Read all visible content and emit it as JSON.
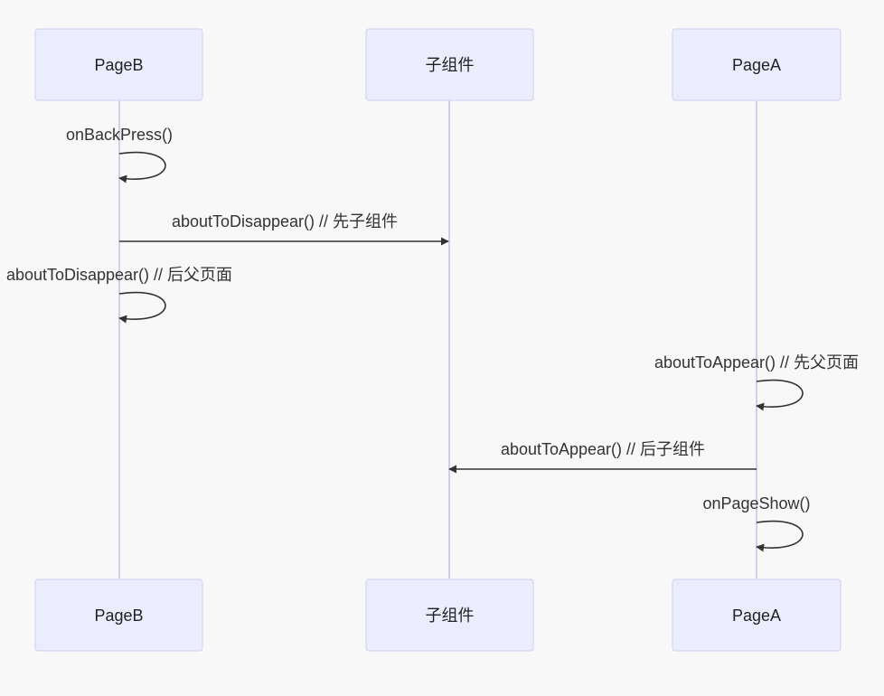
{
  "participants": [
    {
      "id": "pageb",
      "label": "PageB"
    },
    {
      "id": "child",
      "label": "子组件"
    },
    {
      "id": "pagea",
      "label": "PageA"
    }
  ],
  "messages": [
    {
      "from": "pageb",
      "to": "pageb",
      "label": "onBackPress()"
    },
    {
      "from": "pageb",
      "to": "child",
      "label": "aboutToDisappear() // 先子组件"
    },
    {
      "from": "pageb",
      "to": "pageb",
      "label": "aboutToDisappear() // 后父页面"
    },
    {
      "from": "pagea",
      "to": "pagea",
      "label": "aboutToAppear() // 先父页面"
    },
    {
      "from": "pagea",
      "to": "child",
      "label": "aboutToAppear() // 后子组件"
    },
    {
      "from": "pagea",
      "to": "pagea",
      "label": "onPageShow()"
    }
  ]
}
